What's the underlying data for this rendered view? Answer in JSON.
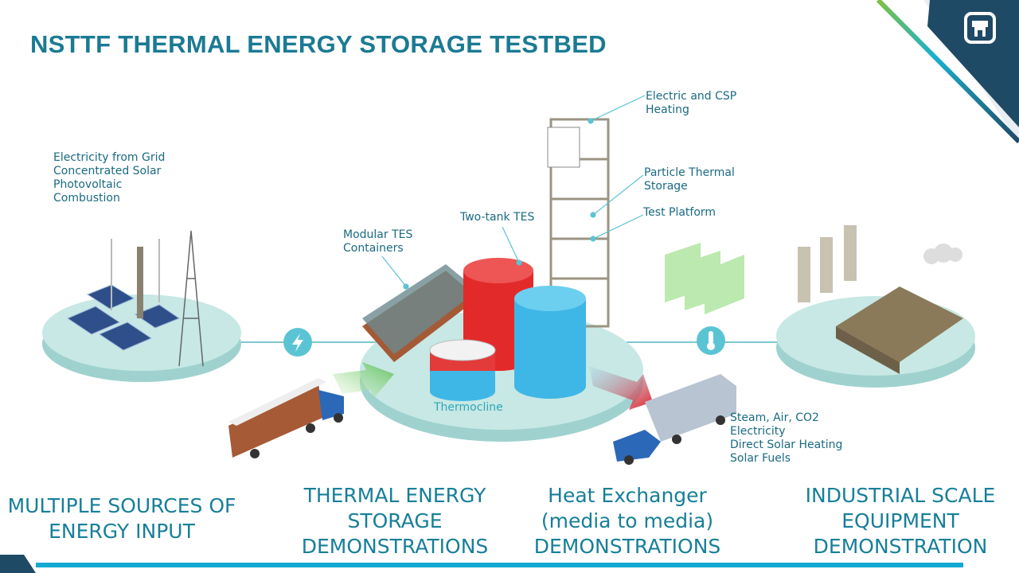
{
  "title": "NSTTF THERMAL ENERGY STORAGE TESTBED",
  "logo": "Sandia thunderbird logo",
  "sources_list": [
    "Electricity from Grid",
    "Concentrated Solar",
    "Photovoltaic",
    "Combustion"
  ],
  "callouts": {
    "modular_tes": [
      "Modular TES",
      "Containers"
    ],
    "two_tank": "Two-tank TES",
    "thermocline": "Thermocline",
    "heating": [
      "Electric and CSP",
      "Heating"
    ],
    "particle": [
      "Particle Thermal",
      "Storage"
    ],
    "test_platform": "Test Platform"
  },
  "outputs_list": [
    "Steam, Air, CO2",
    "Electricity",
    "Direct Solar Heating",
    "Solar Fuels"
  ],
  "headings": {
    "sources": [
      "MULTIPLE SOURCES OF",
      "ENERGY INPUT"
    ],
    "storage": [
      "THERMAL ENERGY",
      "STORAGE",
      "DEMONSTRATIONS"
    ],
    "exchanger": [
      "Heat Exchanger",
      "(media to media)",
      "DEMONSTRATIONS"
    ],
    "industrial": [
      "INDUSTRIAL SCALE",
      "EQUIPMENT",
      "DEMONSTRATION"
    ]
  },
  "colors": {
    "title": "#1b7a93",
    "navy": "#1f4a66",
    "accent": "#14a9d2",
    "platform": "#bfe3e0",
    "icon": "#5bc4d4"
  }
}
